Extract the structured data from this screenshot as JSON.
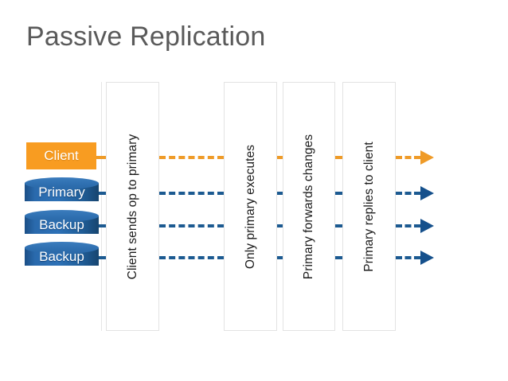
{
  "slide": {
    "title": "Passive Replication",
    "title_color": "#5a5a5a",
    "background": "#ffffff"
  },
  "colors": {
    "client_orange": "#f89c21",
    "lifeline_orange": "#ef9b28",
    "node_blue": "#2d71b6",
    "lifeline_blue": "#1c5a91",
    "arrow_blue": "#15508c",
    "stage_border": "#e3e3e3"
  },
  "nodes": [
    {
      "label": "Client",
      "type": "box",
      "color": "#f89c21"
    },
    {
      "label": "Primary",
      "type": "cylinder",
      "color": "#2d71b6"
    },
    {
      "label": "Backup",
      "type": "cylinder",
      "color": "#2d71b6"
    },
    {
      "label": "Backup",
      "type": "cylinder",
      "color": "#2d71b6"
    }
  ],
  "stages": [
    {
      "label": "Client sends op to primary"
    },
    {
      "label": "Only primary executes"
    },
    {
      "label": "Primary forwards changes"
    },
    {
      "label": "Primary replies to client"
    }
  ],
  "lifelines": [
    {
      "actor": "Client",
      "style": "dashed",
      "color": "#ef9b28",
      "arrow": "orange"
    },
    {
      "actor": "Primary",
      "style": "dashed",
      "color": "#1c5a91",
      "arrow": "blue"
    },
    {
      "actor": "Backup",
      "style": "dashed",
      "color": "#1c5a91",
      "arrow": "blue"
    },
    {
      "actor": "Backup",
      "style": "dashed",
      "color": "#1c5a91",
      "arrow": "blue"
    }
  ]
}
